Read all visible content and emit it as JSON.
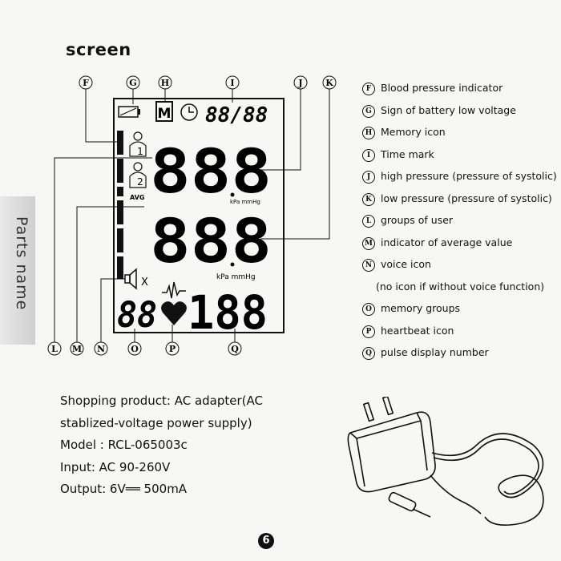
{
  "heading": "screen",
  "side_tab": "Parts name",
  "markers": {
    "F": "F",
    "G": "G",
    "H": "H",
    "I": "I",
    "J": "J",
    "K": "K",
    "L": "L",
    "M": "M",
    "N": "N",
    "O": "O",
    "P": "P",
    "Q": "Q"
  },
  "lcd": {
    "memory_letter": "M",
    "time": "88/88",
    "systolic": "888",
    "diastolic": "888",
    "unit1": "kPa mmHg",
    "unit2": "kPa mmHg",
    "user1": "1",
    "user2": "2",
    "avg": "AVG",
    "voice_x": "X",
    "memory_group": "88",
    "pulse": "188"
  },
  "legend": [
    {
      "mark": "F",
      "text": "Blood pressure indicator"
    },
    {
      "mark": "G",
      "text": "Sign of battery low voltage"
    },
    {
      "mark": "H",
      "text": "Memory icon"
    },
    {
      "mark": "I",
      "text": "Time mark"
    },
    {
      "mark": "J",
      "text": "high pressure (pressure of systolic)"
    },
    {
      "mark": "K",
      "text": "low pressure (pressure of systolic)"
    },
    {
      "mark": "L",
      "text": "groups of user"
    },
    {
      "mark": "M",
      "text": "indicator of average value"
    },
    {
      "mark": "N",
      "text": "voice icon"
    },
    {
      "mark": "",
      "text": "(no icon if without voice function)"
    },
    {
      "mark": "O",
      "text": "memory groups"
    },
    {
      "mark": "P",
      "text": "heartbeat icon"
    },
    {
      "mark": "Q",
      "text": "pulse display number"
    }
  ],
  "specs": [
    "Shopping product: AC adapter(AC",
    "stablized-voltage power supply)",
    "Model : RCL-065003c",
    "Input: AC 90-260V",
    "Output: 6V══ 500mA"
  ],
  "page_number": "6"
}
